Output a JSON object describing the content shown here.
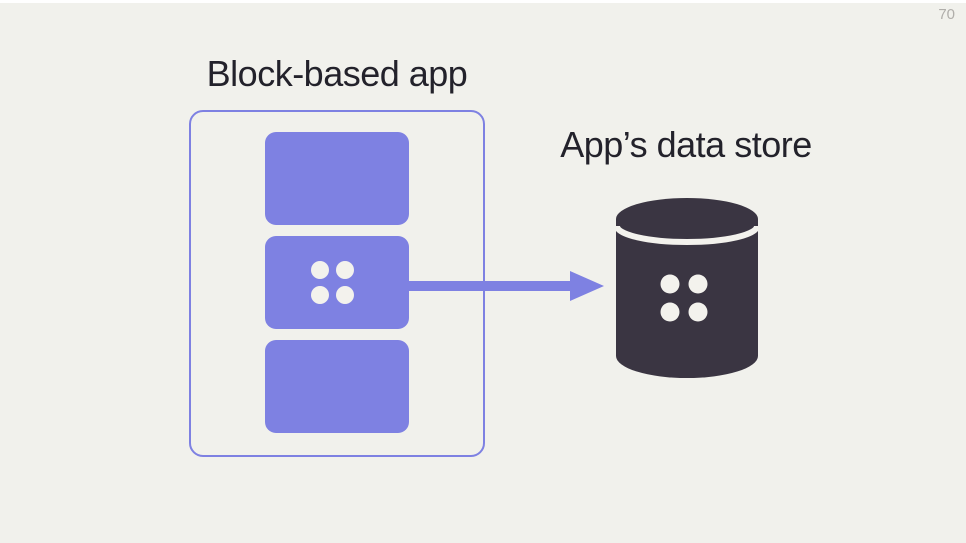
{
  "page": {
    "number": "70"
  },
  "diagram": {
    "app": {
      "title": "Block-based app",
      "block_count": 3,
      "middle_block_icon": "dots-grid-icon"
    },
    "arrow": {
      "direction": "right"
    },
    "data_store": {
      "label": "App’s data store",
      "icon": "database-icon"
    }
  },
  "colors": {
    "background": "#f1f1ec",
    "accent": "#7e81e2",
    "dark": "#3a3542",
    "text": "#23222b",
    "muted": "#b0aeaa",
    "light": "#f3f2ed",
    "strip": "#ffffff"
  }
}
